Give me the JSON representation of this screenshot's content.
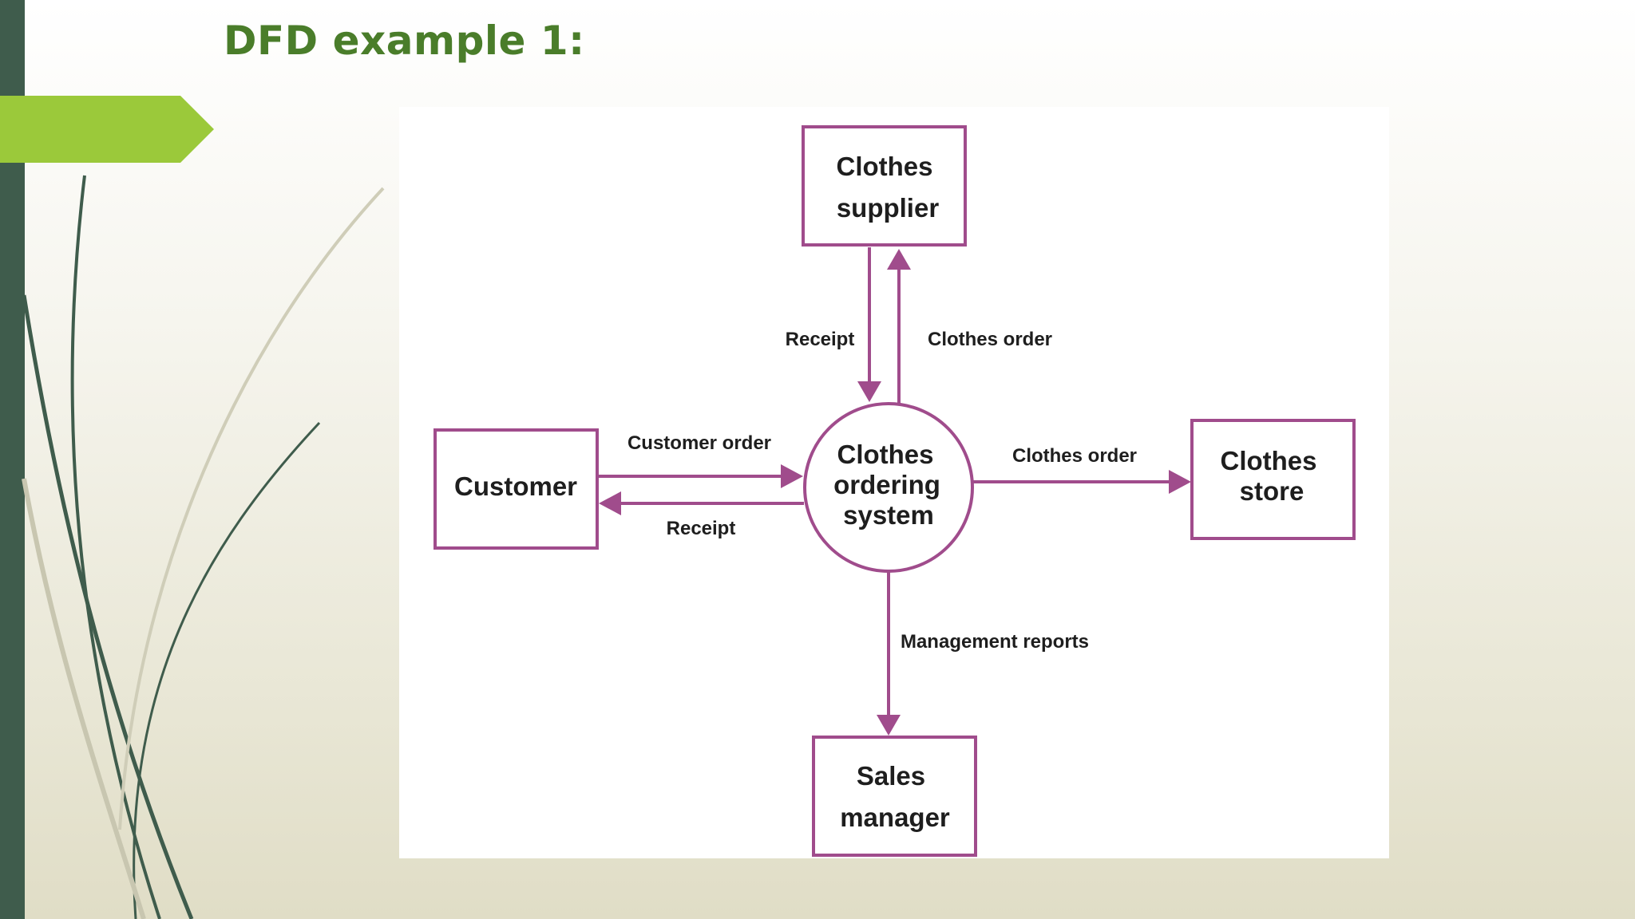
{
  "slide": {
    "title": "DFD example 1:"
  },
  "theme": {
    "title_color": "#4a7d2a",
    "accent_green": "#9bc93a",
    "sidebar_color": "#3f5c4c",
    "diagram_color": "#a04c8c"
  },
  "diagram": {
    "nodes": {
      "supplier": {
        "lines": [
          "Clothes",
          "supplier"
        ]
      },
      "customer": {
        "lines": [
          "Customer"
        ]
      },
      "system": {
        "lines": [
          "Clothes",
          "ordering",
          "system"
        ]
      },
      "store": {
        "lines": [
          "Clothes",
          "store"
        ]
      },
      "manager": {
        "lines": [
          "Sales",
          "manager"
        ]
      }
    },
    "flows": {
      "receipt_from_supplier": "Receipt",
      "clothes_order_to_supplier": "Clothes order",
      "customer_order": "Customer order",
      "receipt_to_customer": "Receipt",
      "clothes_order_to_store": "Clothes order",
      "management_reports": "Management reports"
    }
  }
}
